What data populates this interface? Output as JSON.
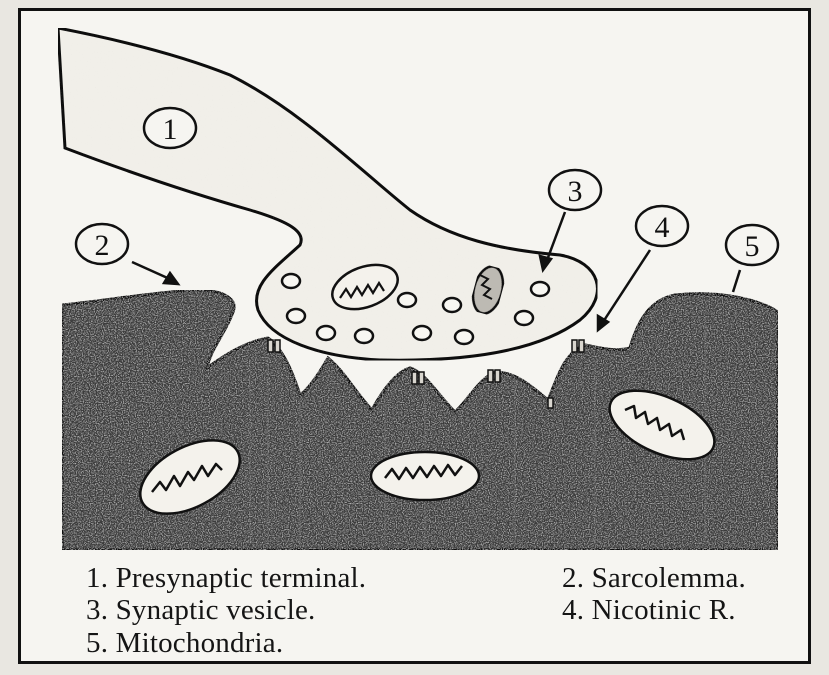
{
  "diagram": {
    "markers": [
      {
        "id": "marker-1",
        "text": "1"
      },
      {
        "id": "marker-2",
        "text": "2"
      },
      {
        "id": "marker-3",
        "text": "3"
      },
      {
        "id": "marker-4",
        "text": "4"
      },
      {
        "id": "marker-5",
        "text": "5"
      }
    ]
  },
  "legend": {
    "item1": "1. Presynaptic terminal.",
    "item2": "2. Sarcolemma.",
    "item3": "3. Synaptic vesicle.",
    "item4": "4. Nicotinic R.",
    "item5": "5. Mitochondria."
  },
  "colors": {
    "muscle": "#3a3a3a",
    "terminal": "#f1efe9",
    "outline": "#111111"
  }
}
